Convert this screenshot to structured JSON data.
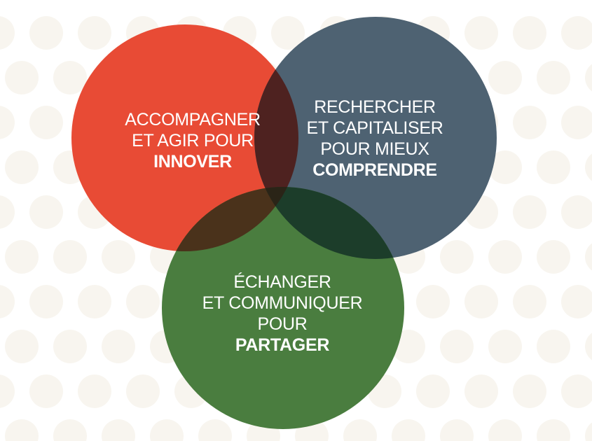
{
  "colors": {
    "background": "#ffffff",
    "dots": "#f8f5ef",
    "red": "#e84b35",
    "slate": "#4e6272",
    "green": "#4a7d3f",
    "overlap_red_slate": "#4e2220",
    "overlap_red_green": "#4a321b",
    "overlap_slate_green": "#1c3d2a",
    "overlap_center": "#2a2417",
    "text": "#ffffff"
  },
  "circles": [
    {
      "id": "innover",
      "lines": [
        "ACCOMPAGNER",
        "ET AGIR POUR"
      ],
      "emphasis": "INNOVER"
    },
    {
      "id": "comprendre",
      "lines": [
        "RECHERCHER",
        "ET CAPITALISER",
        "POUR MIEUX"
      ],
      "emphasis": "COMPRENDRE"
    },
    {
      "id": "partager",
      "lines": [
        "ÉCHANGER",
        "ET COMMUNIQUER",
        "POUR"
      ],
      "emphasis": "PARTAGER"
    }
  ]
}
